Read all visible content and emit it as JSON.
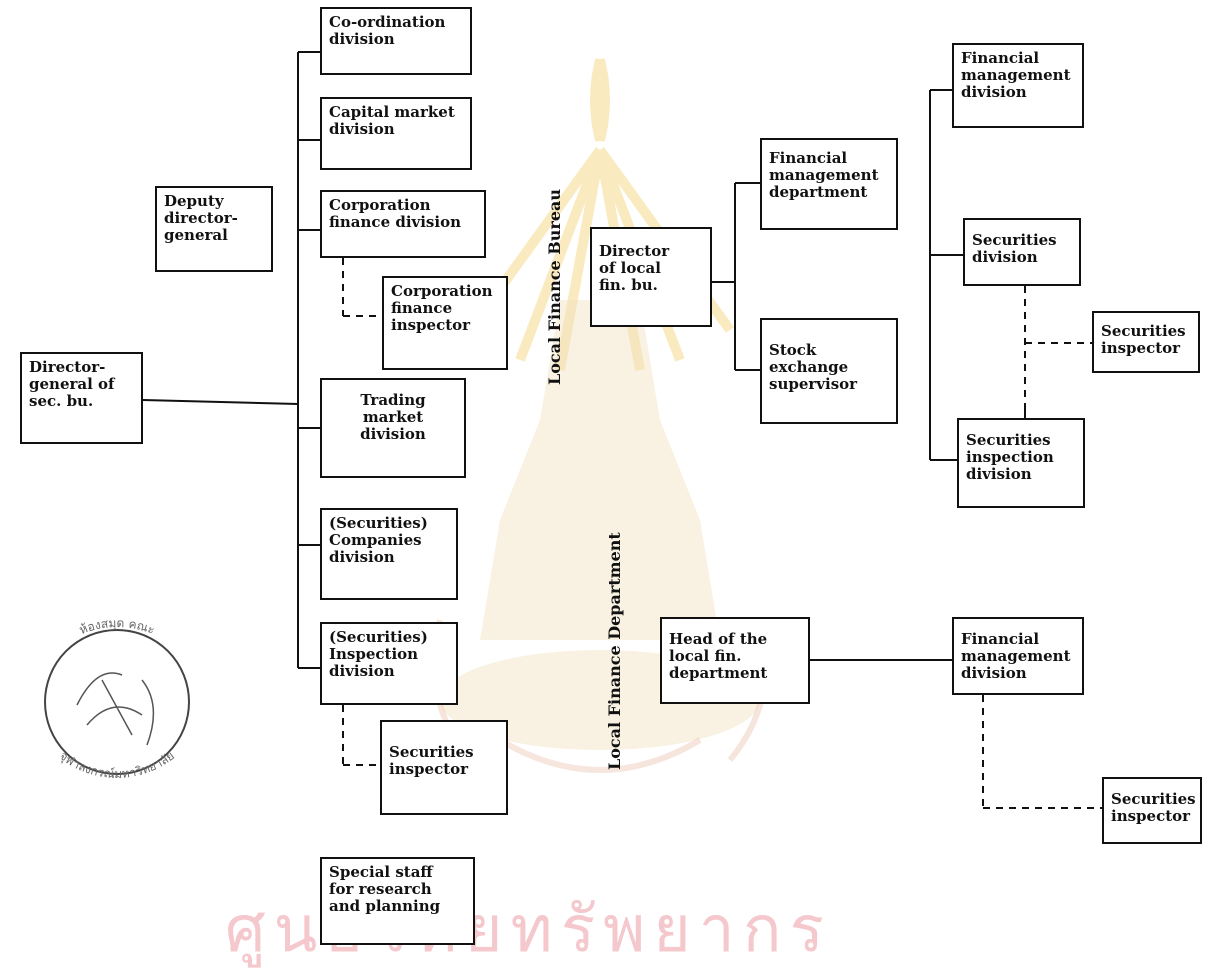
{
  "boxes": {
    "coordination": "Co-ordination\ndivision",
    "capital_market": "Capital market\ndivision",
    "deputy": "Deputy\ndirector-\ngeneral",
    "corp_finance": "Corporation\nfinance division",
    "corp_inspector": "Corporation\nfinance\ninspector",
    "director_general": "Director-\ngeneral of\nsec. bu.",
    "trading": "Trading\nmarket\ndivision",
    "sec_companies": "(Securities)\nCompanies\ndivision",
    "sec_inspection": "(Securities)\nInspection\ndivision",
    "sec_inspector_left": "Securities\ninspector",
    "special_staff": "Special staff\nfor research\nand planning",
    "director_local": "Director\nof local\nfin. bu.",
    "fin_mgmt_dept": "Financial\nmanagement\ndepartment",
    "stock_exchange": "Stock\nexchange\nsupervisor",
    "fin_mgmt_div_top": "Financial\nmanagement\ndivision",
    "securities_div": "Securities\ndivision",
    "sec_inspector_mid": "Securities\ninspector",
    "sec_inspection_div": "Securities\ninspection\ndivision",
    "head_local_dept": "Head of the\nlocal fin.\ndepartment",
    "fin_mgmt_div_bottom": "Financial\nmanagement\ndivision",
    "sec_inspector_bottom": "Securities\ninspector"
  },
  "labels": {
    "local_finance_bureau": "Local Finance Bureau",
    "local_finance_department": "Local Finance Department"
  },
  "watermark": {
    "text": "ศูนย์วิทยทรัพยากร",
    "color": "#f4c8cc"
  },
  "stamp": {
    "text_top": "ห้องสมุด คณะ",
    "text_bottom": "จุฬาลงกรณ์มหาวิทยาลัย"
  }
}
